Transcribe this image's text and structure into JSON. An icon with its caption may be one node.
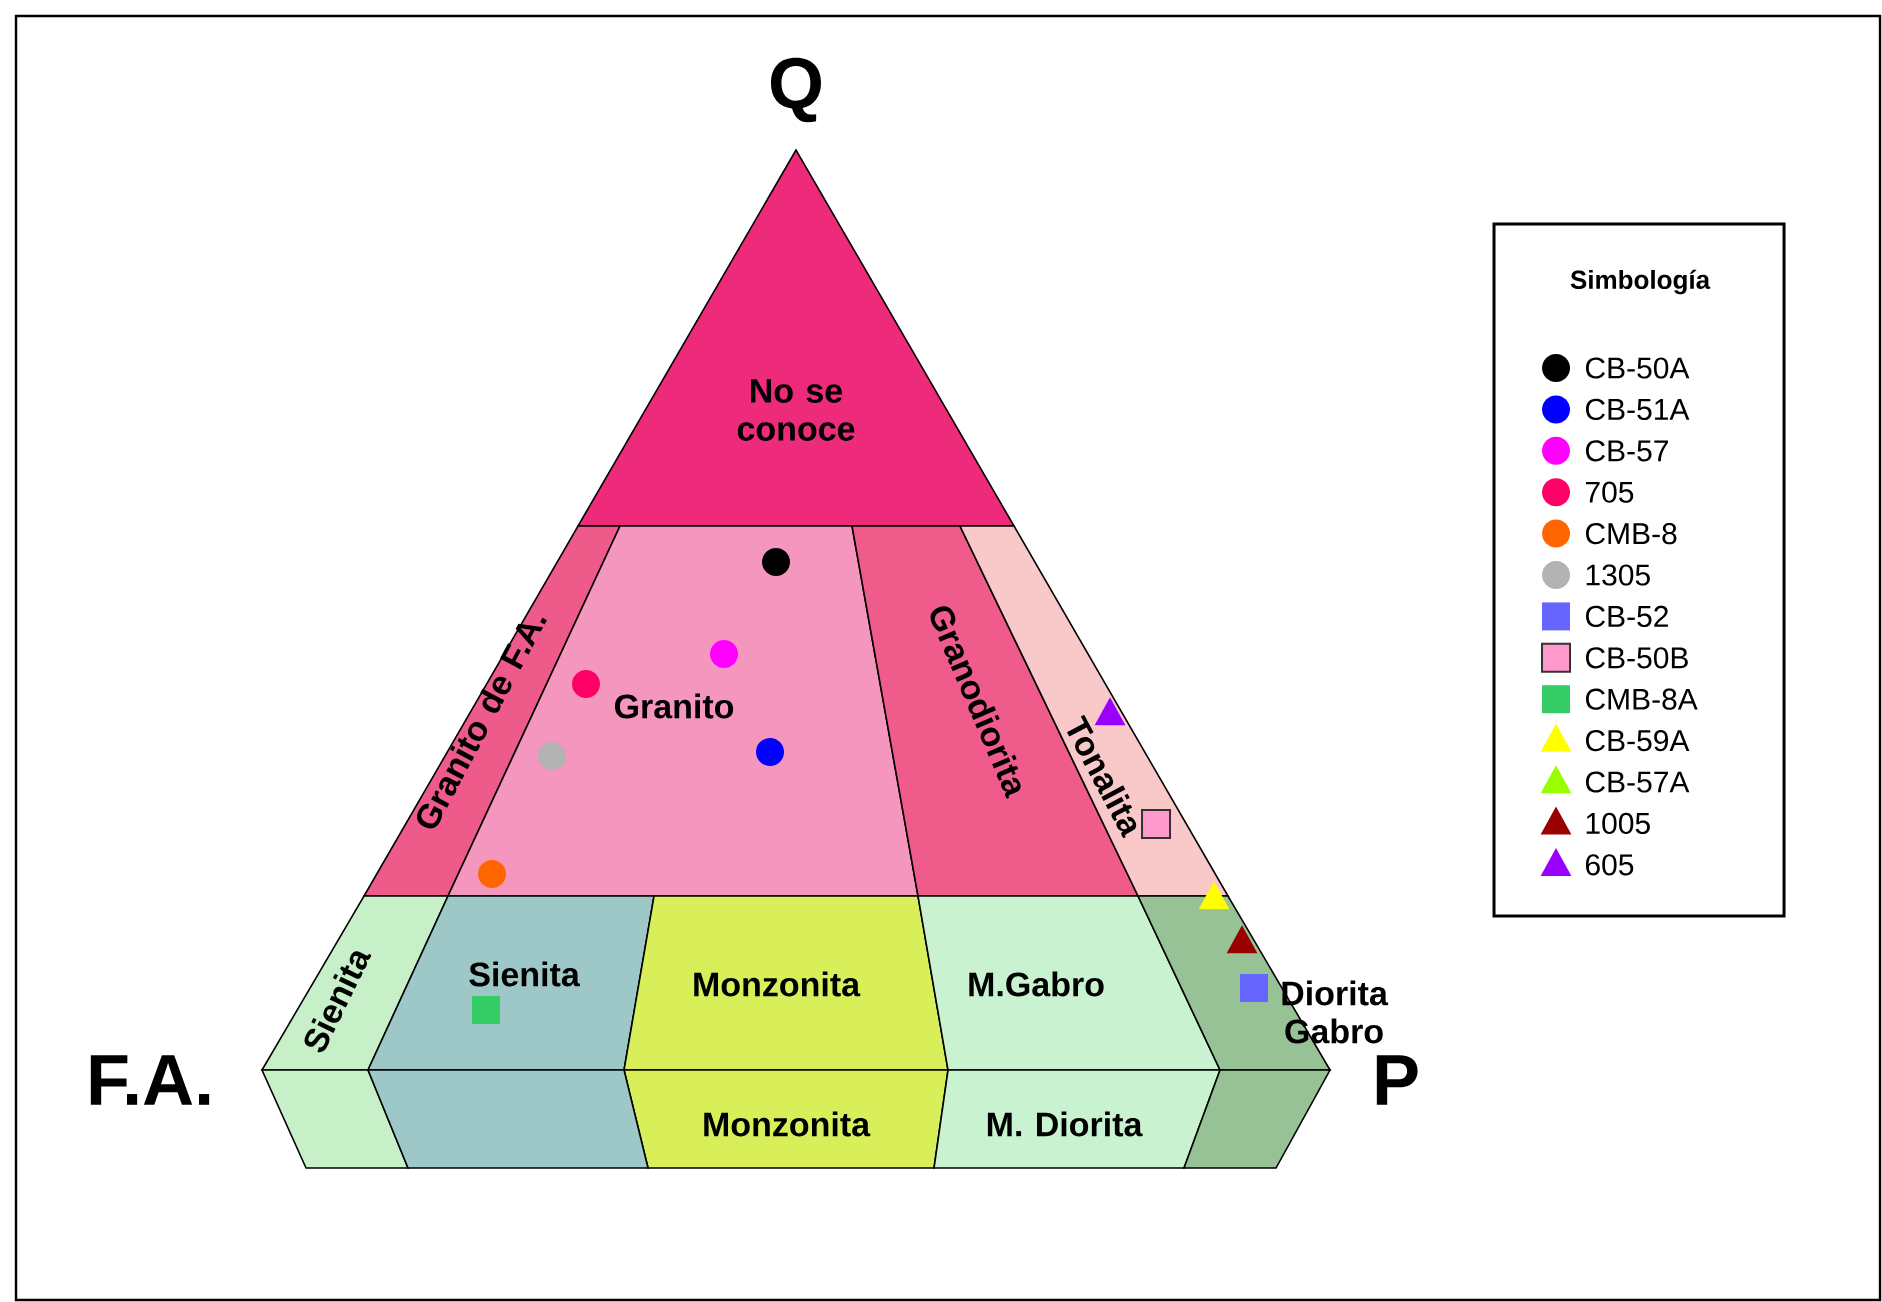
{
  "diagram": {
    "nodes": [
      {
        "text": [
          "No se conoce"
        ]
      },
      {
        "text": [
          "Granito de F.A."
        ]
      },
      {
        "text": [
          "Granito"
        ]
      },
      {
        "text": [
          "Granodiorita"
        ]
      },
      {
        "text": [
          "Tonalita"
        ]
      },
      {
        "text": [
          "Sienita"
        ]
      },
      {
        "text": [
          "Sienita"
        ]
      },
      {
        "text": [
          "Monzonita"
        ]
      },
      {
        "text": [
          "M.Gabro"
        ]
      },
      {
        "text": [
          "Diorita Gabro"
        ]
      },
      {
        "text": [
          "Monzonita"
        ]
      },
      {
        "text": [
          "M. Diorita"
        ]
      },
      {
        "text": [],
        "shape": "box"
      },
      {
        "text": [],
        "shape": "box"
      },
      {
        "text": [],
        "shape": "box"
      }
    ],
    "edges": [],
    "labels": [
      "Q",
      "F.A.",
      "P",
      "Simbología"
    ],
    "legend": [
      {
        "text": "CB-50A",
        "color": "#000000"
      },
      {
        "text": "CB-51A",
        "color": "#0000ff"
      },
      {
        "text": "CB-57",
        "color": "#ff00ff"
      },
      {
        "text": "705",
        "color": "#ff0066"
      },
      {
        "text": "CMB-8",
        "color": "#ff6600"
      },
      {
        "text": "1305",
        "color": "#b3b3b3"
      },
      {
        "text": "CB-52",
        "color": "#6666ff"
      },
      {
        "text": "CB-50B",
        "color": "#ff99cc"
      },
      {
        "text": "CMB-8A",
        "color": "#33cc66"
      },
      {
        "text": "CB-59A",
        "color": "#ffff00"
      },
      {
        "text": "CB-57A",
        "color": "#99ff00"
      },
      {
        "text": "1005",
        "color": "#990000"
      },
      {
        "text": "605",
        "color": "#9900ff"
      }
    ]
  }
}
